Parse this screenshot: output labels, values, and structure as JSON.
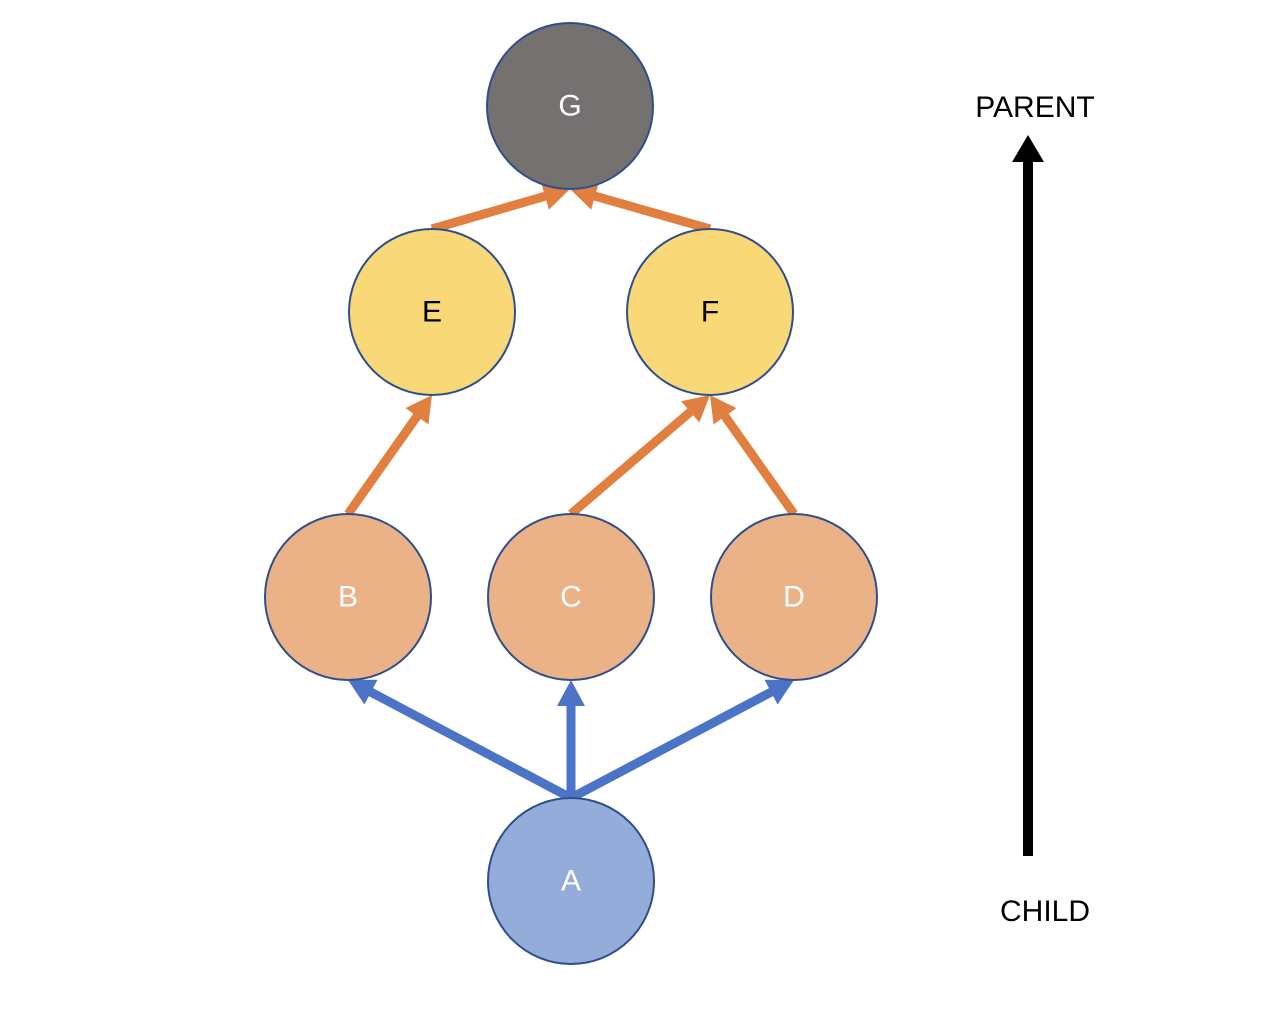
{
  "colors": {
    "node_stroke": "#2f4e8c",
    "orange_edge": "#e07f3f",
    "blue_edge": "#4b74c6",
    "axis_arrow": "#000000"
  },
  "nodes": [
    {
      "id": "G",
      "label": "G",
      "fill": "#767171",
      "text_color": "#ffffff"
    },
    {
      "id": "E",
      "label": "E",
      "fill": "#f9d878",
      "text_color": "#000000"
    },
    {
      "id": "F",
      "label": "F",
      "fill": "#f9d878",
      "text_color": "#000000"
    },
    {
      "id": "B",
      "label": "B",
      "fill": "#ebb288",
      "text_color": "#ffffff"
    },
    {
      "id": "C",
      "label": "C",
      "fill": "#ebb288",
      "text_color": "#ffffff"
    },
    {
      "id": "D",
      "label": "D",
      "fill": "#ebb288",
      "text_color": "#ffffff"
    },
    {
      "id": "A",
      "label": "A",
      "fill": "#94acd9",
      "text_color": "#ffffff"
    }
  ],
  "edges": [
    {
      "from": "E",
      "to": "G",
      "color": "orange"
    },
    {
      "from": "F",
      "to": "G",
      "color": "orange"
    },
    {
      "from": "B",
      "to": "E",
      "color": "orange"
    },
    {
      "from": "C",
      "to": "F",
      "color": "orange"
    },
    {
      "from": "D",
      "to": "F",
      "color": "orange"
    },
    {
      "from": "A",
      "to": "B",
      "color": "blue"
    },
    {
      "from": "A",
      "to": "C",
      "color": "blue"
    },
    {
      "from": "A",
      "to": "D",
      "color": "blue"
    }
  ],
  "axis": {
    "top_label": "PARENT",
    "bottom_label": "CHILD",
    "direction": "up"
  }
}
